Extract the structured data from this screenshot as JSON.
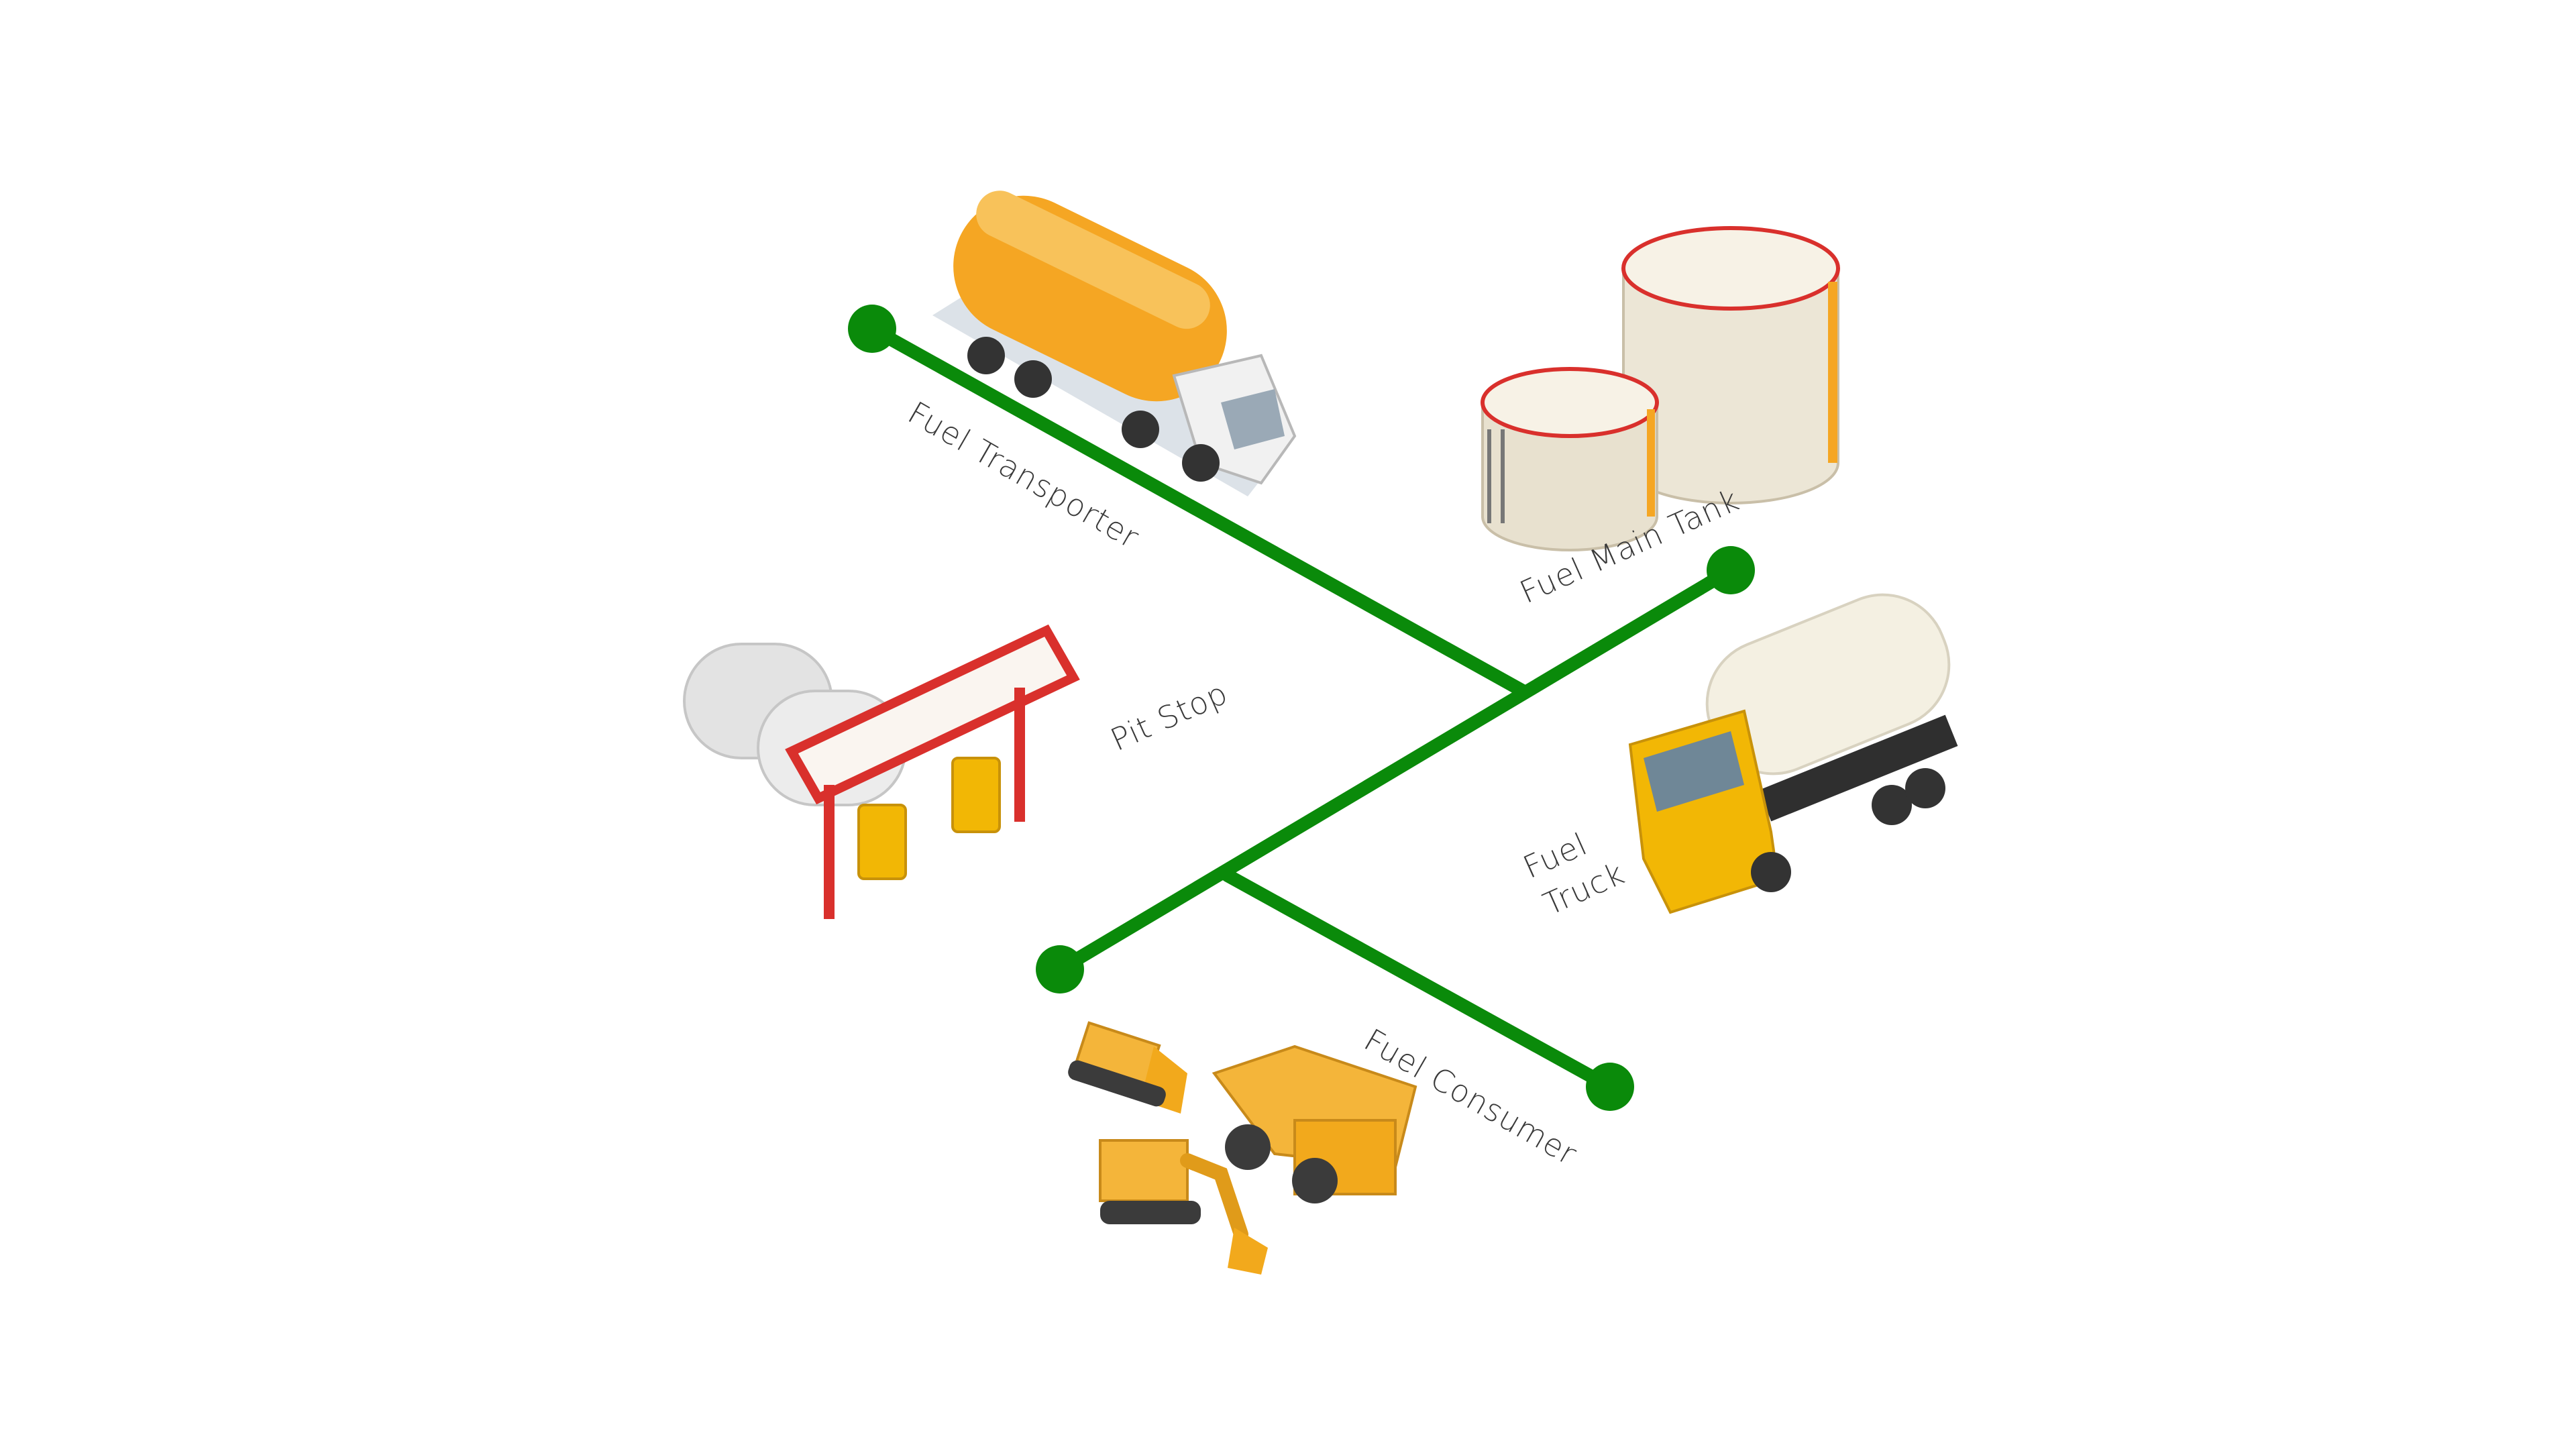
{
  "diagram": {
    "line_color": "#0a8a0a",
    "labels": {
      "fuel_transporter": "Fuel Transporter",
      "fuel_main_tank": "Fuel Main Tank",
      "pit_stop": "Pit Stop",
      "fuel_truck_line1": "Fuel",
      "fuel_truck_line2": "Truck",
      "fuel_consumer": "Fuel Consumer"
    },
    "illustrations": [
      {
        "name": "fuel-transporter-illustration",
        "icon": "tanker-truck-icon",
        "color": "#f5a623"
      },
      {
        "name": "fuel-main-tank-illustration",
        "icon": "storage-tanks-icon",
        "color": "#efe9dc"
      },
      {
        "name": "pit-stop-illustration",
        "icon": "fuel-station-icon",
        "color": "#d9302c"
      },
      {
        "name": "fuel-truck-illustration",
        "icon": "fuel-truck-icon",
        "color": "#f2b705"
      },
      {
        "name": "fuel-consumer-illustration",
        "icon": "mining-equipment-icon",
        "color": "#f4b53a"
      }
    ]
  }
}
